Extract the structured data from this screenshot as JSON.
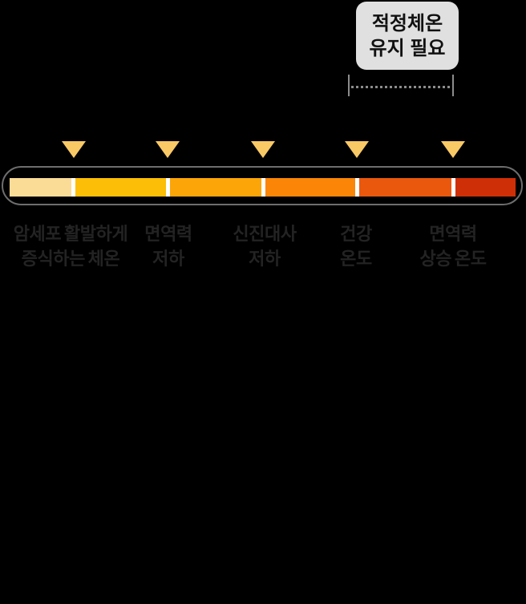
{
  "background_color": "#000000",
  "callout": {
    "line1": "적정체온",
    "line2": "유지 필요",
    "bg_color": "#E0E0E0",
    "text_color": "#111111"
  },
  "bracket": {
    "color": "#8C8C8C"
  },
  "scale": {
    "outline_color": "#6E6E6E",
    "marker_color": "#F9C966",
    "separator_color": "#FFFFFF",
    "label_color": "#232323",
    "segments": [
      {
        "color": "#FBDC96"
      },
      {
        "color": "#FCBE06"
      },
      {
        "color": "#FBA508"
      },
      {
        "color": "#FA8506"
      },
      {
        "color": "#EA580E"
      },
      {
        "color": "#CF2F06"
      }
    ],
    "labels": [
      {
        "line1": "암세포 활발하게",
        "line2": "증식하는 체온"
      },
      {
        "line1": "면역력",
        "line2": "저하"
      },
      {
        "line1": "신진대사",
        "line2": "저하"
      },
      {
        "line1": "건강",
        "line2": "온도"
      },
      {
        "line1": "면역력",
        "line2": "상승 온도"
      }
    ]
  }
}
